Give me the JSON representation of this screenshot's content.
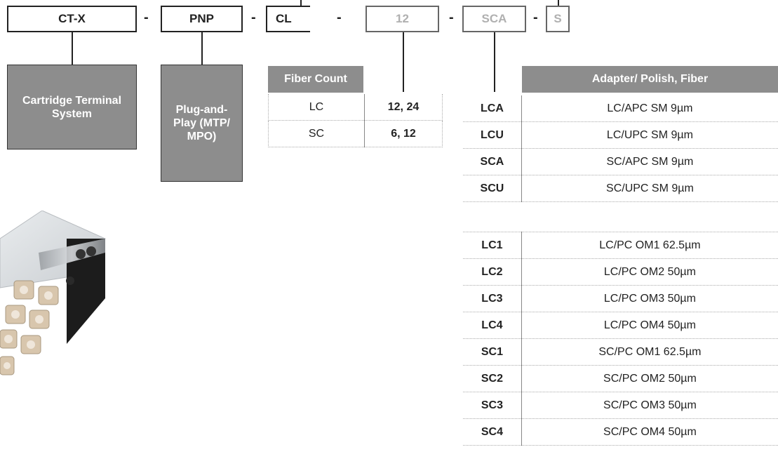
{
  "code_segments": [
    {
      "label": "CT-X",
      "muted": false
    },
    {
      "label": "PNP",
      "muted": false
    },
    {
      "label": "CL",
      "muted": false
    },
    {
      "label": "12",
      "muted": true
    },
    {
      "label": "SCA",
      "muted": true
    },
    {
      "label": "S",
      "muted": true
    }
  ],
  "separator": "-",
  "descriptions": {
    "ct_x": "Cartridge Terminal System",
    "pnp": "Plug-and-Play (MTP/ MPO)"
  },
  "fiber_count": {
    "header": "Fiber Count",
    "rows": [
      {
        "connector": "LC",
        "counts": "12, 24"
      },
      {
        "connector": "SC",
        "counts": "6, 12"
      }
    ]
  },
  "adapter": {
    "header": "Adapter/ Polish, Fiber",
    "singlemode_rows": [
      {
        "code": "LCA",
        "desc": "LC/APC SM 9µm"
      },
      {
        "code": "LCU",
        "desc": "LC/UPC SM 9µm"
      },
      {
        "code": "SCA",
        "desc": "SC/APC SM 9µm"
      },
      {
        "code": "SCU",
        "desc": "SC/UPC SM 9µm"
      }
    ],
    "multimode_rows": [
      {
        "code": "LC1",
        "desc": "LC/PC OM1 62.5µm"
      },
      {
        "code": "LC2",
        "desc": "LC/PC OM2 50µm"
      },
      {
        "code": "LC3",
        "desc": "LC/PC OM3 50µm"
      },
      {
        "code": "LC4",
        "desc": "LC/PC OM4 50µm"
      },
      {
        "code": "SC1",
        "desc": "SC/PC OM1 62.5µm"
      },
      {
        "code": "SC2",
        "desc": "SC/PC OM2 50µm"
      },
      {
        "code": "SC3",
        "desc": "SC/PC OM3 50µm"
      },
      {
        "code": "SC4",
        "desc": "SC/PC OM4 50µm"
      }
    ]
  },
  "colors": {
    "box_gray": "#8d8d8d",
    "muted_text": "#b0b0b0",
    "line": "#222222"
  }
}
